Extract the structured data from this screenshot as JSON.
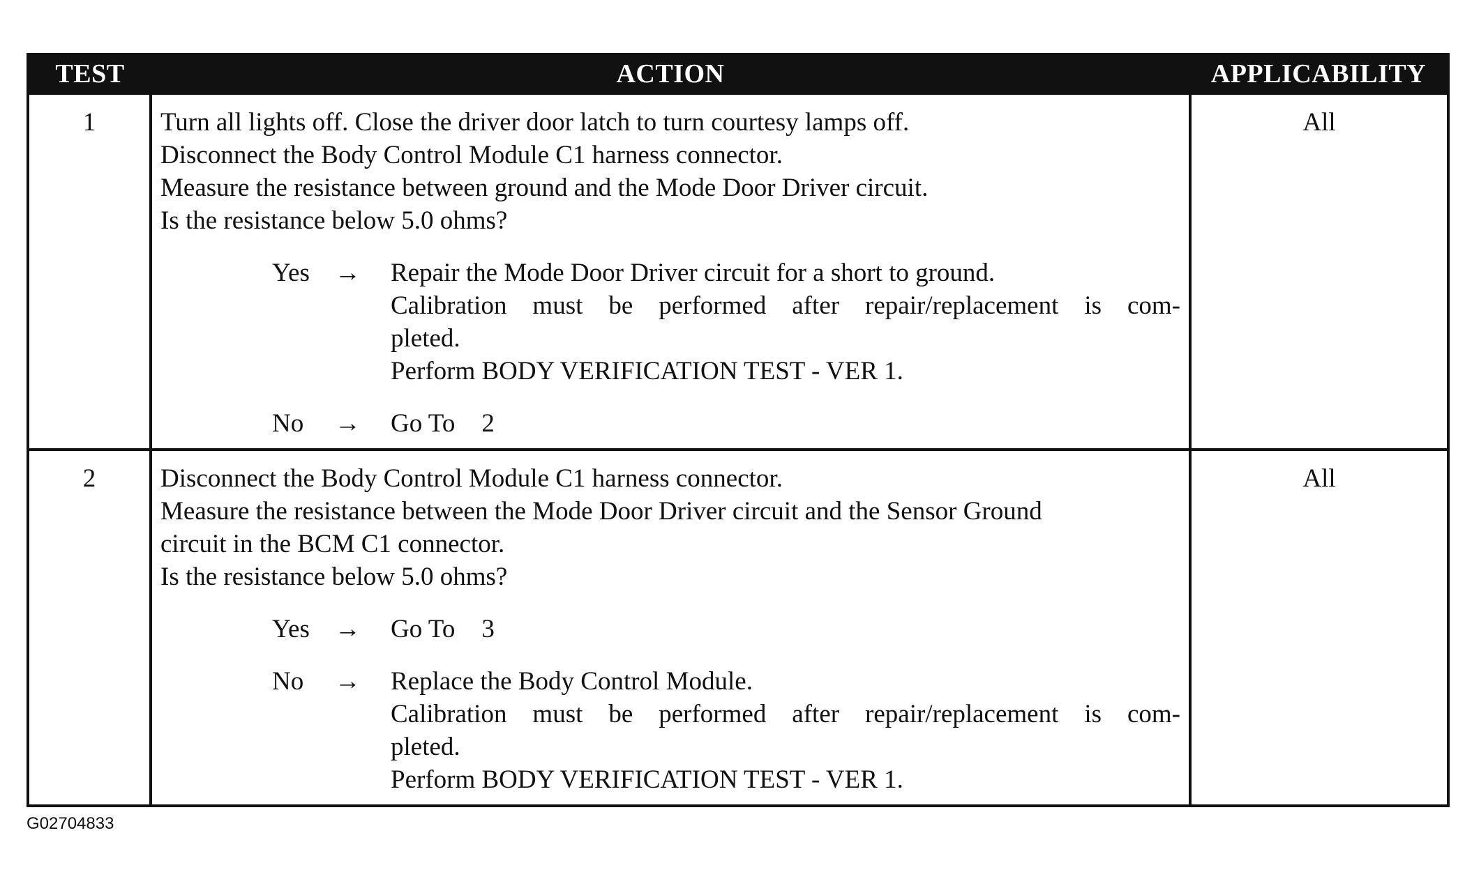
{
  "table": {
    "headers": {
      "test": "TEST",
      "action": "ACTION",
      "applicability": "APPLICABILITY"
    },
    "rows": [
      {
        "test": "1",
        "applicability": "All",
        "action_lines": [
          "Turn all lights off. Close the driver door latch to turn courtesy lamps off.",
          "Disconnect the Body Control Module C1 harness connector.",
          "Measure the resistance between ground and the Mode Door Driver circuit.",
          "Is the resistance below 5.0 ohms?"
        ],
        "yes": {
          "label": "Yes",
          "arrow": "→",
          "lines": [
            "Repair the Mode Door Driver circuit for a short to ground.",
            "Calibration must be performed after repair/replacement is com-",
            "pleted.",
            "Perform BODY VERIFICATION TEST - VER 1."
          ]
        },
        "no": {
          "label": "No",
          "arrow": "→",
          "goto_text": "Go To",
          "goto_num": "2"
        }
      },
      {
        "test": "2",
        "applicability": "All",
        "action_lines": [
          "Disconnect the Body Control Module C1 harness connector.",
          "Measure the resistance between the Mode Door Driver circuit and the Sensor Ground",
          "circuit in the BCM C1 connector.",
          "Is the resistance below 5.0 ohms?"
        ],
        "yes": {
          "label": "Yes",
          "arrow": "→",
          "goto_text": "Go To",
          "goto_num": "3"
        },
        "no": {
          "label": "No",
          "arrow": "→",
          "lines": [
            "Replace the Body Control Module.",
            "Calibration must be performed after repair/replacement is com-",
            "pleted.",
            "Perform BODY VERIFICATION TEST - VER 1."
          ]
        }
      }
    ]
  },
  "figure_id": "G02704833"
}
